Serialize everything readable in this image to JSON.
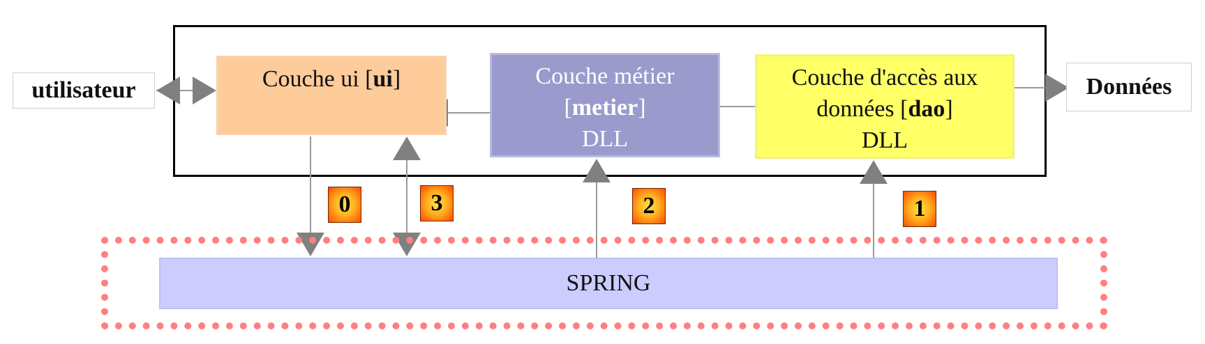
{
  "external": {
    "user": "utilisateur",
    "data": "Données"
  },
  "layers": {
    "ui": {
      "title": "Couche ui [",
      "bold": "ui",
      "close": "]"
    },
    "metier": {
      "line1": "Couche métier",
      "open": "[",
      "bold": "metier",
      "close": "]",
      "line3": "DLL"
    },
    "dao": {
      "line1": "Couche d'accès aux",
      "line2_pre": "données [",
      "bold": "dao",
      "close": "]",
      "line3": "DLL"
    }
  },
  "spring": {
    "label": "SPRING"
  },
  "steps": [
    "0",
    "3",
    "2",
    "1"
  ],
  "colors": {
    "ui": "#fecb9b",
    "metier": "#9a9acc",
    "dao": "#ffff66",
    "spring": "#ccccff",
    "spring_frame": "#ff7f7f",
    "arrow": "#808080"
  }
}
